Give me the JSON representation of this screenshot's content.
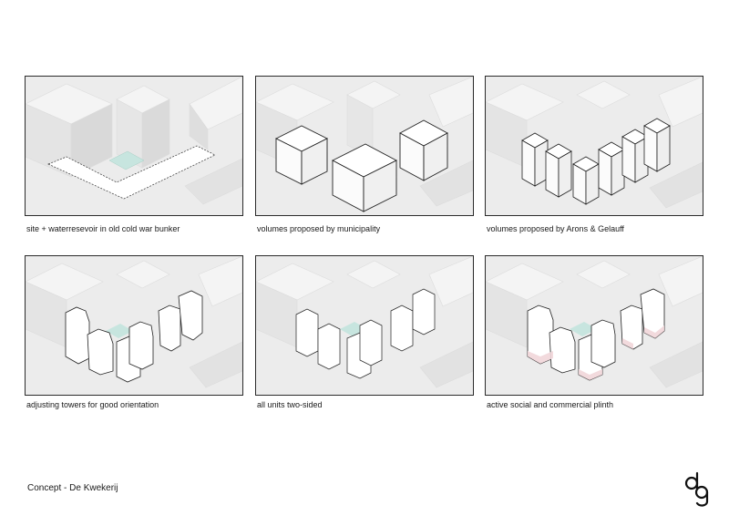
{
  "panels": [
    {
      "caption": "site + waterresevoir in old cold war bunker"
    },
    {
      "caption": "volumes proposed by municipality"
    },
    {
      "caption": "volumes proposed by Arons & Gelauff"
    },
    {
      "caption": "adjusting towers for good orientation"
    },
    {
      "caption": "all units two-sided"
    },
    {
      "caption": "active social and commercial plinth"
    }
  ],
  "footer": {
    "title": "Concept - De Kwekerij"
  },
  "colors": {
    "background": "#ececec",
    "water": "#c7e5df",
    "plinth": "#f1d6da",
    "outline": "#2b2b2b"
  }
}
